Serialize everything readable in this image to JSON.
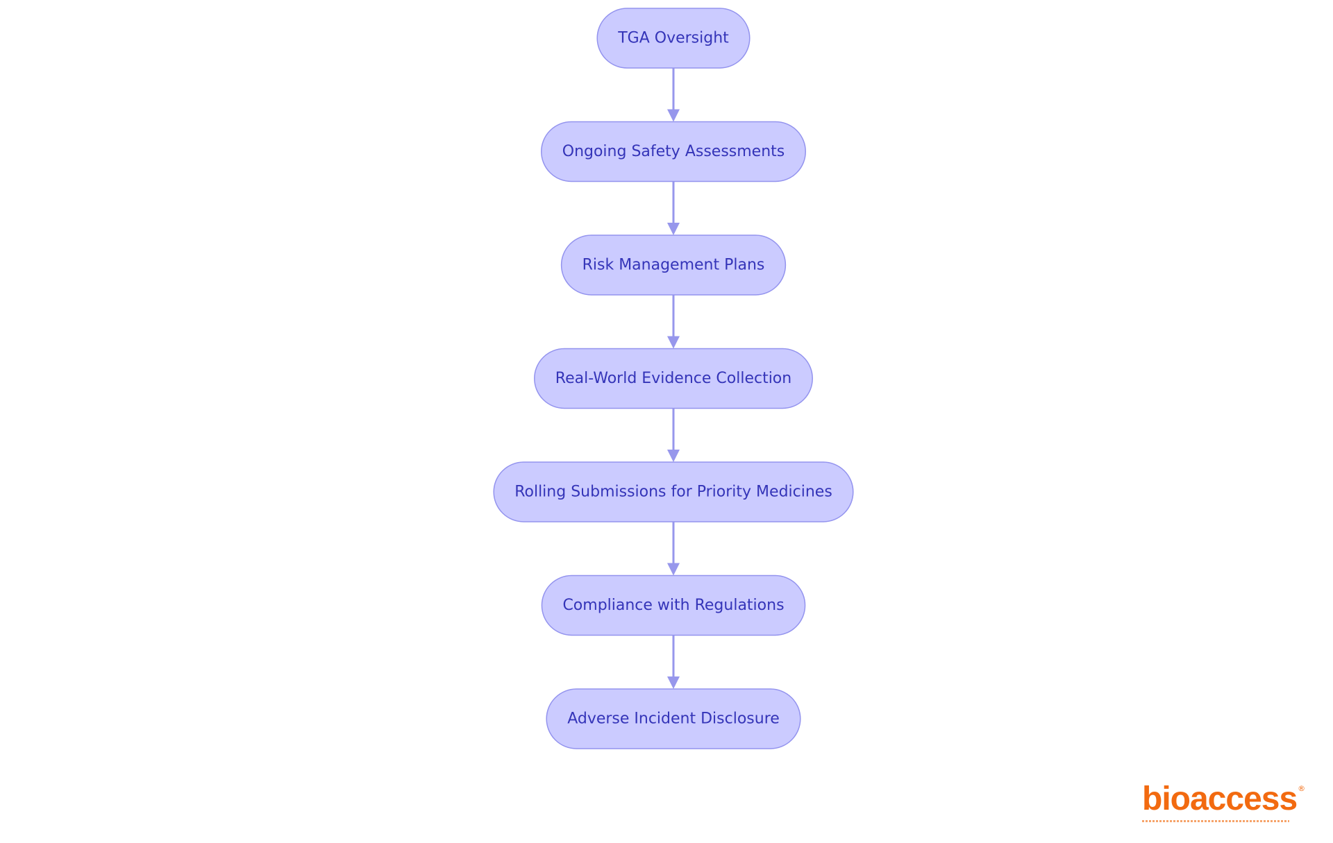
{
  "diagram": {
    "nodes": [
      {
        "id": "n1",
        "label": "TGA Oversight"
      },
      {
        "id": "n2",
        "label": "Ongoing Safety Assessments"
      },
      {
        "id": "n3",
        "label": "Risk Management Plans"
      },
      {
        "id": "n4",
        "label": "Real-World Evidence Collection"
      },
      {
        "id": "n5",
        "label": "Rolling Submissions for Priority Medicines"
      },
      {
        "id": "n6",
        "label": "Compliance with Regulations"
      },
      {
        "id": "n7",
        "label": "Adverse Incident Disclosure"
      }
    ],
    "edges": [
      {
        "from": "n1",
        "to": "n2"
      },
      {
        "from": "n2",
        "to": "n3"
      },
      {
        "from": "n3",
        "to": "n4"
      },
      {
        "from": "n4",
        "to": "n5"
      },
      {
        "from": "n5",
        "to": "n6"
      },
      {
        "from": "n6",
        "to": "n7"
      }
    ]
  },
  "logo": {
    "text": "bioaccess",
    "registered": "®"
  },
  "colors": {
    "node_fill": "#cbcbff",
    "node_stroke": "#9393ee",
    "node_text": "#3434b8",
    "edge": "#9797ec",
    "logo": "#f26a10"
  }
}
